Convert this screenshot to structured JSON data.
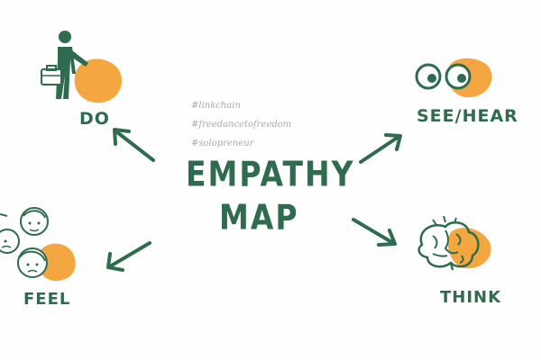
{
  "title": {
    "line1": "EMPATHY",
    "line2": "MAP"
  },
  "hashtags": [
    "#linkchain",
    "#freedancetofreedom",
    "#solopreneur"
  ],
  "quadrants": {
    "do": "DO",
    "see_hear": "SEE/HEAR",
    "feel": "FEEL",
    "think": "THINK"
  },
  "colors": {
    "green": "#2f6b4f",
    "orange": "#f4a640",
    "hashtag_gray": "#a9aba9",
    "background": "#fdfefd"
  },
  "icons": {
    "do": "person-with-briefcase-icon",
    "see_hear": "eyes-icon",
    "feel": "faces-icon",
    "think": "brain-icon"
  }
}
